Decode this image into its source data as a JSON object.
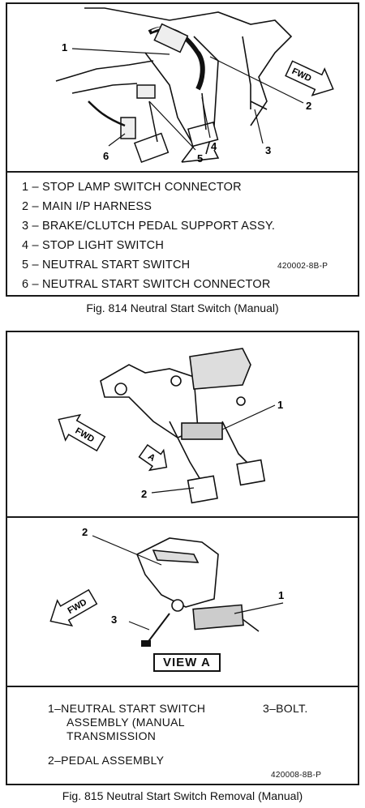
{
  "figure_814": {
    "callouts": [
      "1",
      "2",
      "3",
      "4",
      "5",
      "6"
    ],
    "fwd_label": "FWD",
    "legend": [
      "1 – STOP LAMP SWITCH CONNECTOR",
      "2 – MAIN I/P HARNESS",
      "3 – BRAKE/CLUTCH PEDAL SUPPORT ASSY.",
      "4 – STOP LIGHT SWITCH",
      "5 – NEUTRAL START SWITCH",
      "6 – NEUTRAL START SWITCH CONNECTOR"
    ],
    "code": "420002-8B-P",
    "caption": "Fig. 814 Neutral Start Switch (Manual)"
  },
  "figure_815": {
    "top_callouts": [
      "1",
      "2"
    ],
    "fwd_label": "FWD",
    "view_marker": "A",
    "view_label": "VIEW  A",
    "bottom_callouts": [
      "1",
      "2",
      "3"
    ],
    "legend": {
      "item1_line1": "1–NEUTRAL START SWITCH",
      "item1_line2": "ASSEMBLY (MANUAL",
      "item1_line3": "TRANSMISSION",
      "item2": "2–PEDAL ASSEMBLY",
      "item3": "3–BOLT."
    },
    "code": "420008-8B-P",
    "caption": "Fig. 815 Neutral Start Switch Removal (Manual)"
  }
}
